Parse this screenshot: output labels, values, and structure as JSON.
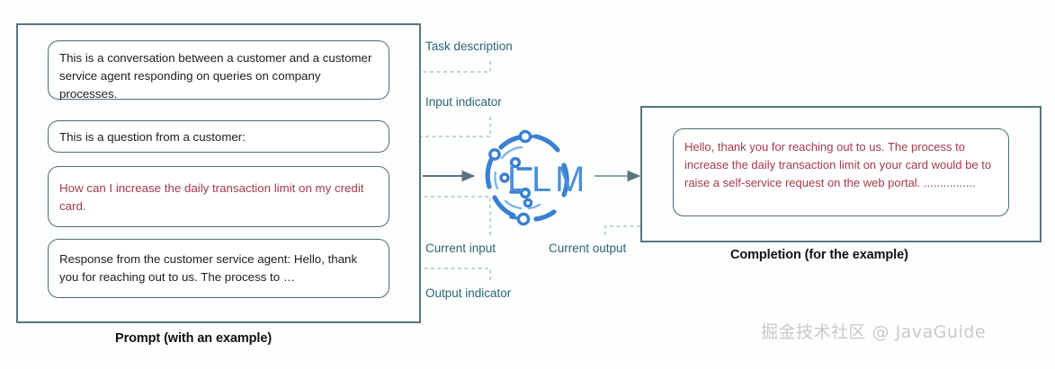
{
  "prompt_panel": {
    "caption": "Prompt (with an example)",
    "border_color": "#5a7480",
    "cards": [
      {
        "name": "task-description-card",
        "text": "This is a conversation between a customer and a customer service agent responding on queries on company processes.",
        "accent": false
      },
      {
        "name": "input-indicator-card",
        "text": "This is a question from a customer:",
        "accent": false
      },
      {
        "name": "current-input-card",
        "text": "How can I increase the daily transaction limit on my credit card.",
        "accent": true
      },
      {
        "name": "output-indicator-card",
        "text": "Response from the customer service agent: Hello, thank you for reaching out to us. The process to …",
        "accent": false
      }
    ]
  },
  "completion_panel": {
    "caption": "Completion (for the example)",
    "text": "Hello, thank you for reaching out to us. The process to increase the daily transaction limit on your card would be to raise a self-service request on the web portal. ................",
    "accent_color": "#a33a4a"
  },
  "annotations": {
    "task_description": "Task description",
    "input_indicator": "Input indicator",
    "current_input": "Current input",
    "output_indicator": "Output indicator",
    "current_output": "Current output",
    "color": "#2c6472"
  },
  "model": {
    "logo_text_left": "L",
    "logo_text_middle": "L",
    "logo_text_right": "M",
    "logo_color": "#3a7fd5",
    "logo_accent": "#5ea9e0"
  },
  "watermark": {
    "text": "掘金技术社区 @ JavaGuide",
    "color": "#c9c9c9"
  },
  "flow": {
    "arrow_color": "#5a7480",
    "dashed_color": "#9fb6c4"
  }
}
